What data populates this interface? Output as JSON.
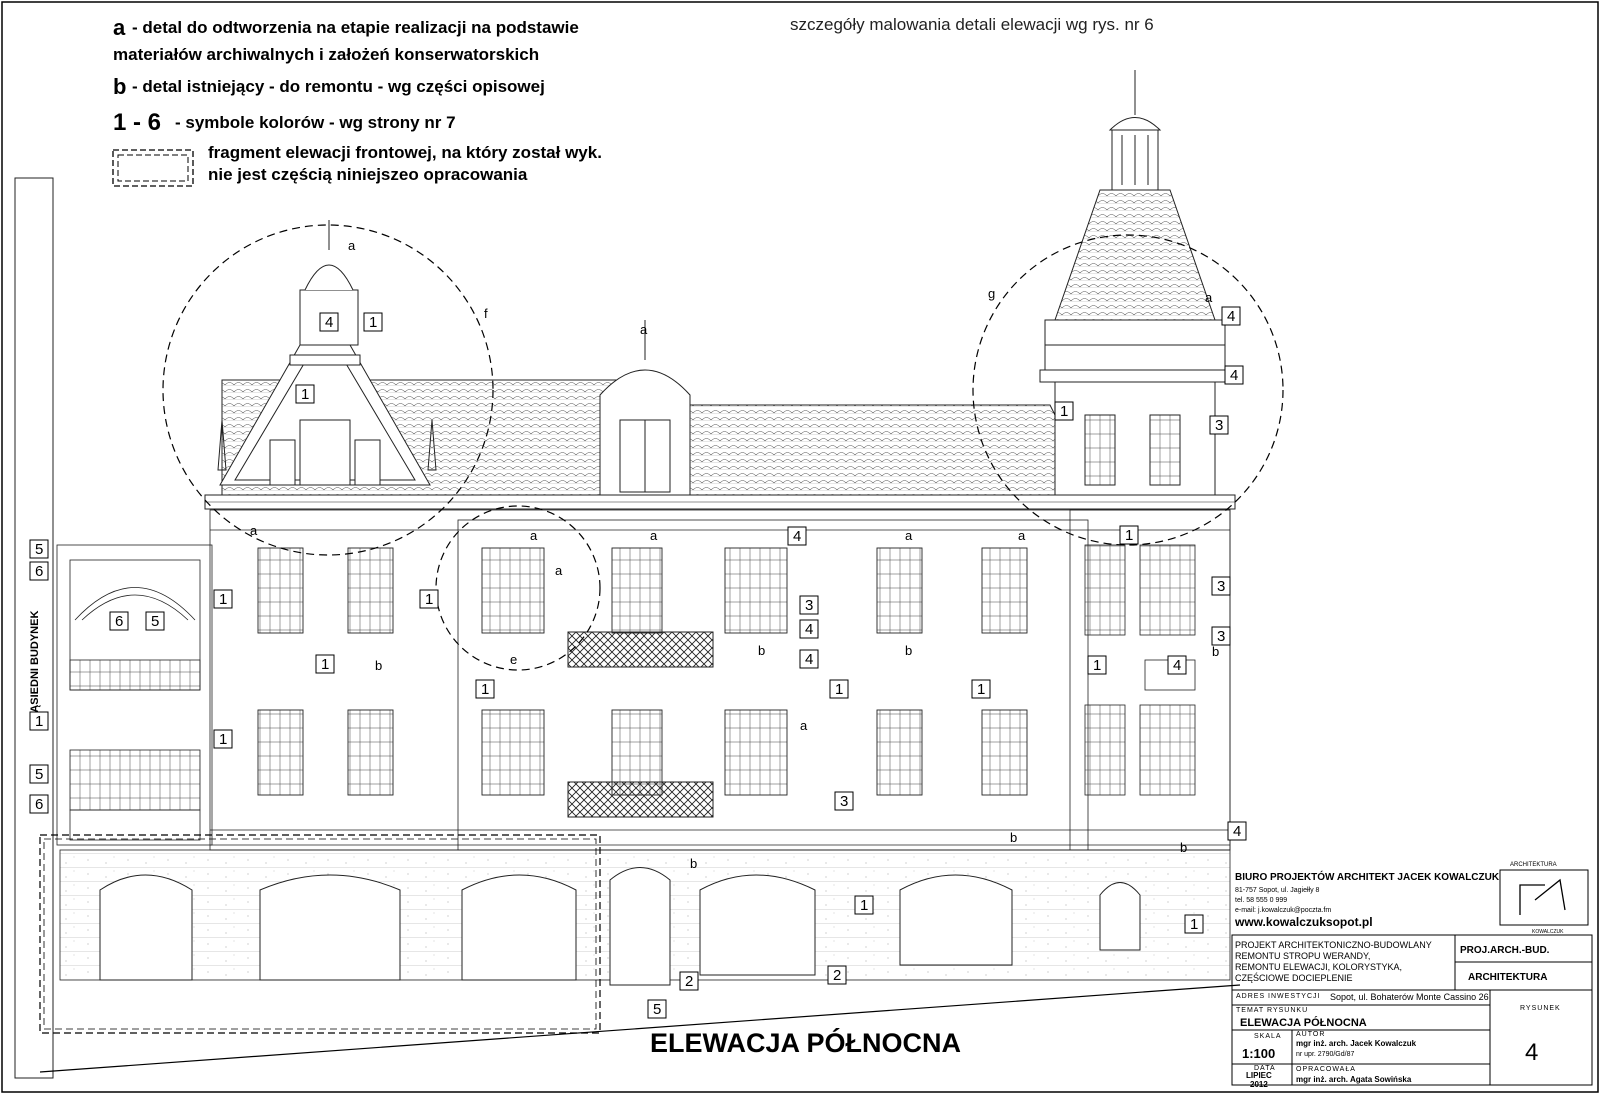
{
  "legend": {
    "a_key": "a",
    "a_text_1": "- detal do odtworzenia na etapie realizacji na podstawie",
    "a_text_2": "materiałów archiwalnych i założeń konserwatorskich",
    "b_key": "b",
    "b_text": "- detal istniejący - do remontu - wg części opisowej",
    "colors_key": "1 - 6",
    "colors_text": "- symbole kolorów - wg strony nr 7",
    "fragment_text_1": "fragment elewacji frontowej, na który został wyk.",
    "fragment_text_2": "nie jest częścią niniejszeo opracowania"
  },
  "note_top": "szczegóły malowania detali elewacji wg rys. nr 6",
  "drawing_title": "ELEWACJA PÓŁNOCNA",
  "side_label": "SĄSIEDNI BUDYNEK",
  "detail_circle_letters": [
    "e",
    "f",
    "g"
  ],
  "title_block": {
    "office_name": "BIURO PROJEKTÓW ARCHITEKT JACEK KOWALCZUK",
    "address": "81-757 Sopot, ul. Jagiełły 8",
    "phone": "tel. 58 555 0 999",
    "email": "e-mail: j.kowalczuk@poczta.fm",
    "website": "www.kowalczuksopot.pl",
    "logo_top": "ARCHITEKTURA",
    "logo_bottom": "KOWALCZUK",
    "project_lines": [
      "PROJEKT ARCHITEKTONICZNO-BUDOWLANY",
      "REMONTU STROPU WERANDY,",
      "REMONTU ELEWACJI, KOLORYSTYKA,",
      "CZĘŚCIOWE DOCIEPLENIE"
    ],
    "branch_1": "PROJ.ARCH.-BUD.",
    "branch_2": "ARCHITEKTURA",
    "address_label": "ADRES INWESTYCJI",
    "investment_address": "Sopot, ul. Bohaterów Monte Cassino 26",
    "drawing_label": "TEMAT RYSUNKU",
    "drawing_name": "ELEWACJA PÓŁNOCNA",
    "scale_label": "SKALA",
    "scale": "1:100",
    "author_label": "AUTOR",
    "author": "mgr inż. arch. Jacek Kowalczuk",
    "license": "nr upr. 2790/Gd/87",
    "date_label": "DATA",
    "date_month": "LIPIEC",
    "date_year": "2012",
    "prepared_label": "OPRACOWAŁA",
    "prepared_by": "mgr inż. arch. Agata Sowińska",
    "sheet_label": "RYSUNEK",
    "sheet_number": "4"
  },
  "annotations": {
    "side_numbers": [
      "5",
      "6",
      "1",
      "5",
      "6",
      "6",
      "5"
    ],
    "boxed_numbers": [
      "4",
      "1",
      "1",
      "1",
      "1",
      "1",
      "1",
      "1",
      "4",
      "3",
      "4",
      "4",
      "1",
      "1",
      "1",
      "1",
      "4",
      "4",
      "3",
      "3",
      "3",
      "1",
      "1",
      "4",
      "4",
      "2",
      "2",
      "5",
      "1",
      "3",
      "1"
    ],
    "letters": [
      "a",
      "b"
    ]
  }
}
